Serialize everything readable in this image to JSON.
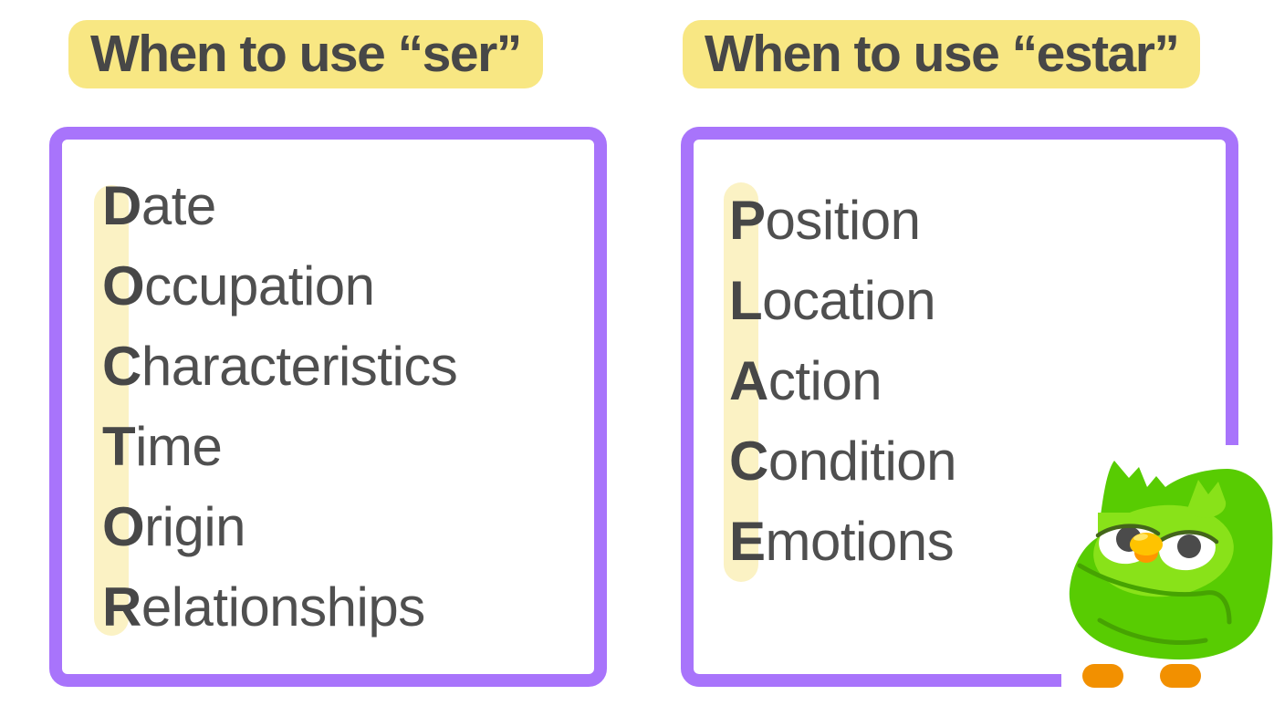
{
  "left_panel": {
    "title": "When to use “ser”",
    "acronym": "DOCTOR",
    "items": [
      {
        "initial": "D",
        "rest": "ate",
        "word": "Date"
      },
      {
        "initial": "O",
        "rest": "ccupation",
        "word": "Occupation"
      },
      {
        "initial": "C",
        "rest": "haracteristics",
        "word": "Characteristics"
      },
      {
        "initial": "T",
        "rest": "ime",
        "word": "Time"
      },
      {
        "initial": "O",
        "rest": "rigin",
        "word": "Origin"
      },
      {
        "initial": "R",
        "rest": "elationships",
        "word": "Relationships"
      }
    ]
  },
  "right_panel": {
    "title": "When to use “estar”",
    "acronym": "PLACE",
    "items": [
      {
        "initial": "P",
        "rest": "osition",
        "word": "Position"
      },
      {
        "initial": "L",
        "rest": "ocation",
        "word": "Location"
      },
      {
        "initial": "A",
        "rest": "ction",
        "word": "Action"
      },
      {
        "initial": "C",
        "rest": "ondition",
        "word": "Condition"
      },
      {
        "initial": "E",
        "rest": "motions",
        "word": "Emotions"
      }
    ]
  },
  "mascot": {
    "icon": "duo-owl-mascot"
  },
  "colors": {
    "frame_purple": "#a874fb",
    "title_highlight_yellow": "#f8e783",
    "letter_stripe_yellow": "#fbf2c4",
    "text_dark": "#4b4b4b",
    "owl_body_green": "#58cc02",
    "owl_face_green": "#89e219",
    "owl_detail_green": "#46a302",
    "owl_lid_edge_green": "#44661a",
    "beak_yellow": "#ffc300",
    "beak_highlight": "#ffe566",
    "beak_orange": "#ff9600",
    "feet_orange": "#f29000",
    "pupil_gray": "#4b4b4b",
    "eye_white": "#ffffff"
  }
}
